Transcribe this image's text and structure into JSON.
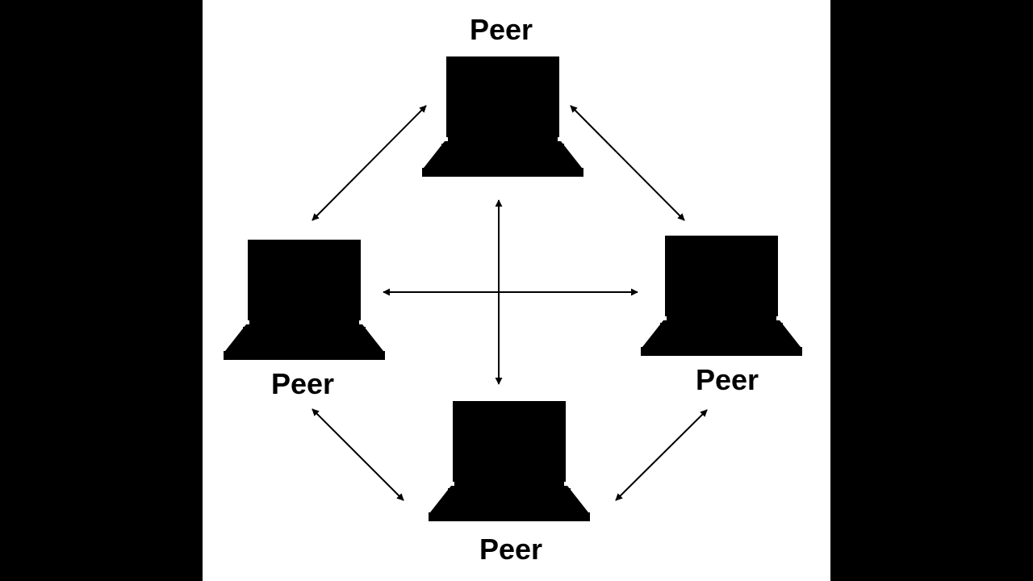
{
  "diagram": {
    "nodes": [
      {
        "id": "peer-top",
        "label": "Peer"
      },
      {
        "id": "peer-left",
        "label": "Peer"
      },
      {
        "id": "peer-right",
        "label": "Peer"
      },
      {
        "id": "peer-bottom",
        "label": "Peer"
      }
    ],
    "edges": [
      {
        "from": "peer-top",
        "to": "peer-left",
        "direction": "both"
      },
      {
        "from": "peer-top",
        "to": "peer-right",
        "direction": "both"
      },
      {
        "from": "peer-left",
        "to": "peer-bottom",
        "direction": "both"
      },
      {
        "from": "peer-right",
        "to": "peer-bottom",
        "direction": "both"
      },
      {
        "from": "peer-top",
        "to": "peer-bottom",
        "direction": "both"
      },
      {
        "from": "peer-left",
        "to": "peer-right",
        "direction": "both"
      }
    ],
    "colors": {
      "background": "#ffffff",
      "letterbox": "#000000",
      "laptop_body": "#c9c9c9",
      "laptop_outline": "#1e1e1e",
      "arrow": "#000000"
    },
    "icon": "laptop-icon"
  }
}
